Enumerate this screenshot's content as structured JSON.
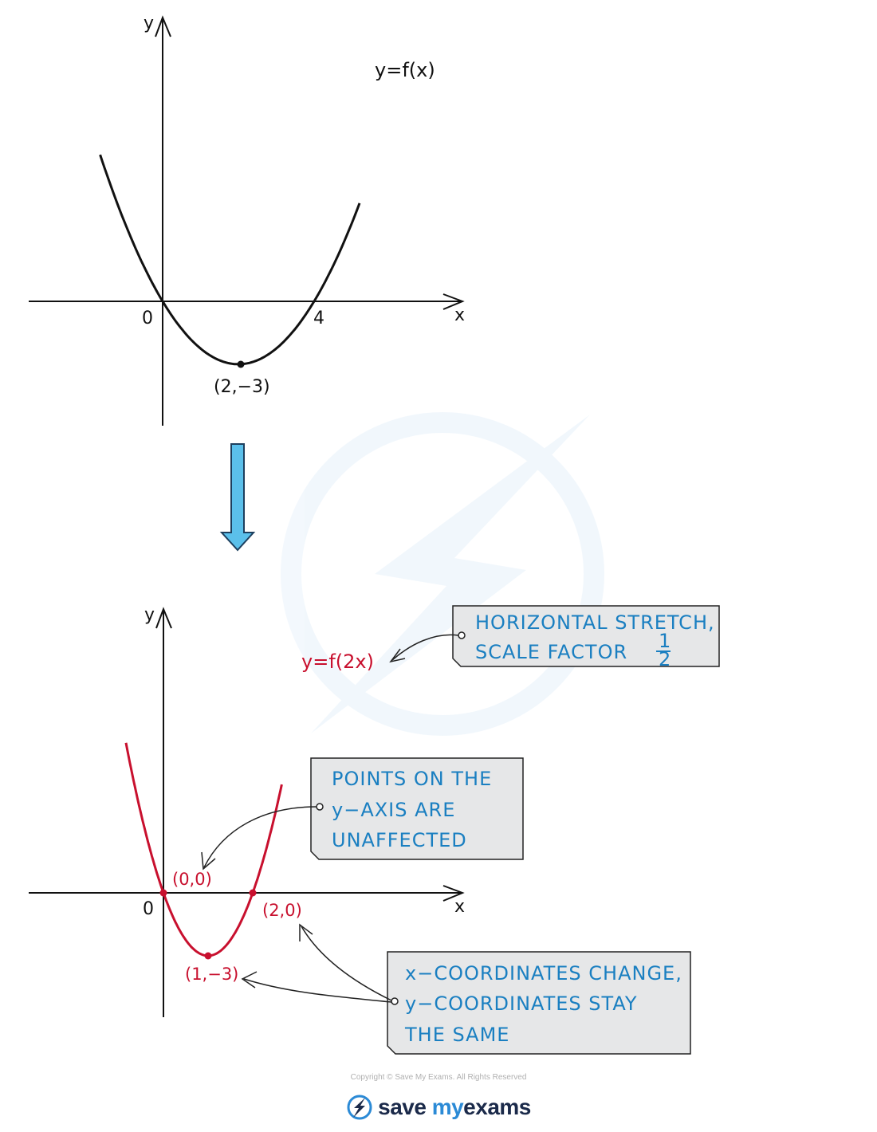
{
  "top_graph": {
    "y_axis_label": "y",
    "x_axis_label": "x",
    "origin_label": "0",
    "root_label": "4",
    "curve_label": "y=f(x)",
    "vertex_label": "(2,−3)",
    "curve_color": "#111111"
  },
  "arrow_color": "#5bc0eb",
  "bottom_graph": {
    "y_axis_label": "y",
    "x_axis_label": "x",
    "origin_label": "0",
    "curve_label": "y=f(2x)",
    "point_origin_label": "(0,0)",
    "point_root_label": "(2,0)",
    "vertex_label": "(1,−3)",
    "curve_color": "#c8102e"
  },
  "notes": {
    "stretch": {
      "line1": "HORIZONTAL  STRETCH,",
      "line2": "SCALE   FACTOR",
      "frac_num": "1",
      "frac_den": "2"
    },
    "yaxis": {
      "line1": "POINTS   ON   THE",
      "line2": "y−AXIS   ARE",
      "line3": "UNAFFECTED"
    },
    "xcoords": {
      "line1": "x−COORDINATES  CHANGE,",
      "line2": "y−COORDINATES  STAY",
      "line3": "THE   SAME"
    },
    "note_text_color": "#1a7fc1",
    "note_bg_color": "#e6e7e8"
  },
  "footer": {
    "copyright": "Copyright © Save My Exams. All Rights Reserved",
    "brand_save": "save",
    "brand_my": "my",
    "brand_exams": "exams"
  }
}
